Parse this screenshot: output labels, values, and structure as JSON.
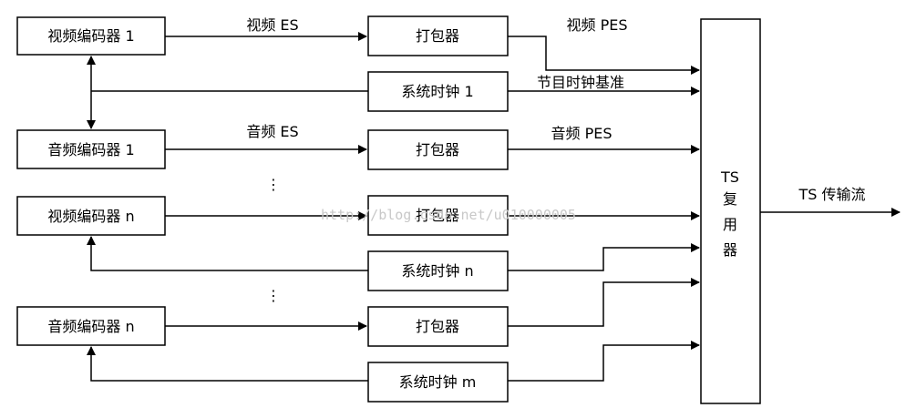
{
  "encoders": {
    "video1": "视频编码器 1",
    "audio1": "音频编码器 1",
    "videon": "视频编码器 n",
    "audion": "音频编码器 n"
  },
  "packers": {
    "p1": "打包器",
    "p2": "打包器",
    "p3": "打包器",
    "p4": "打包器"
  },
  "clocks": {
    "c1": "系统时钟 1",
    "cn": "系统时钟 n",
    "cm": "系统时钟 m"
  },
  "mux": {
    "line1": "TS",
    "line2": "复",
    "line3": "用",
    "line4": "器"
  },
  "labels": {
    "video_es": "视频 ES",
    "video_pes": "视频 PES",
    "program_clock": "节目时钟基准",
    "audio_es": "音频 ES",
    "audio_pes": "音频 PES",
    "ts_stream": "TS 传输流",
    "dots": "⋮"
  },
  "watermark": "http://blog.csdn.net/u010000005"
}
